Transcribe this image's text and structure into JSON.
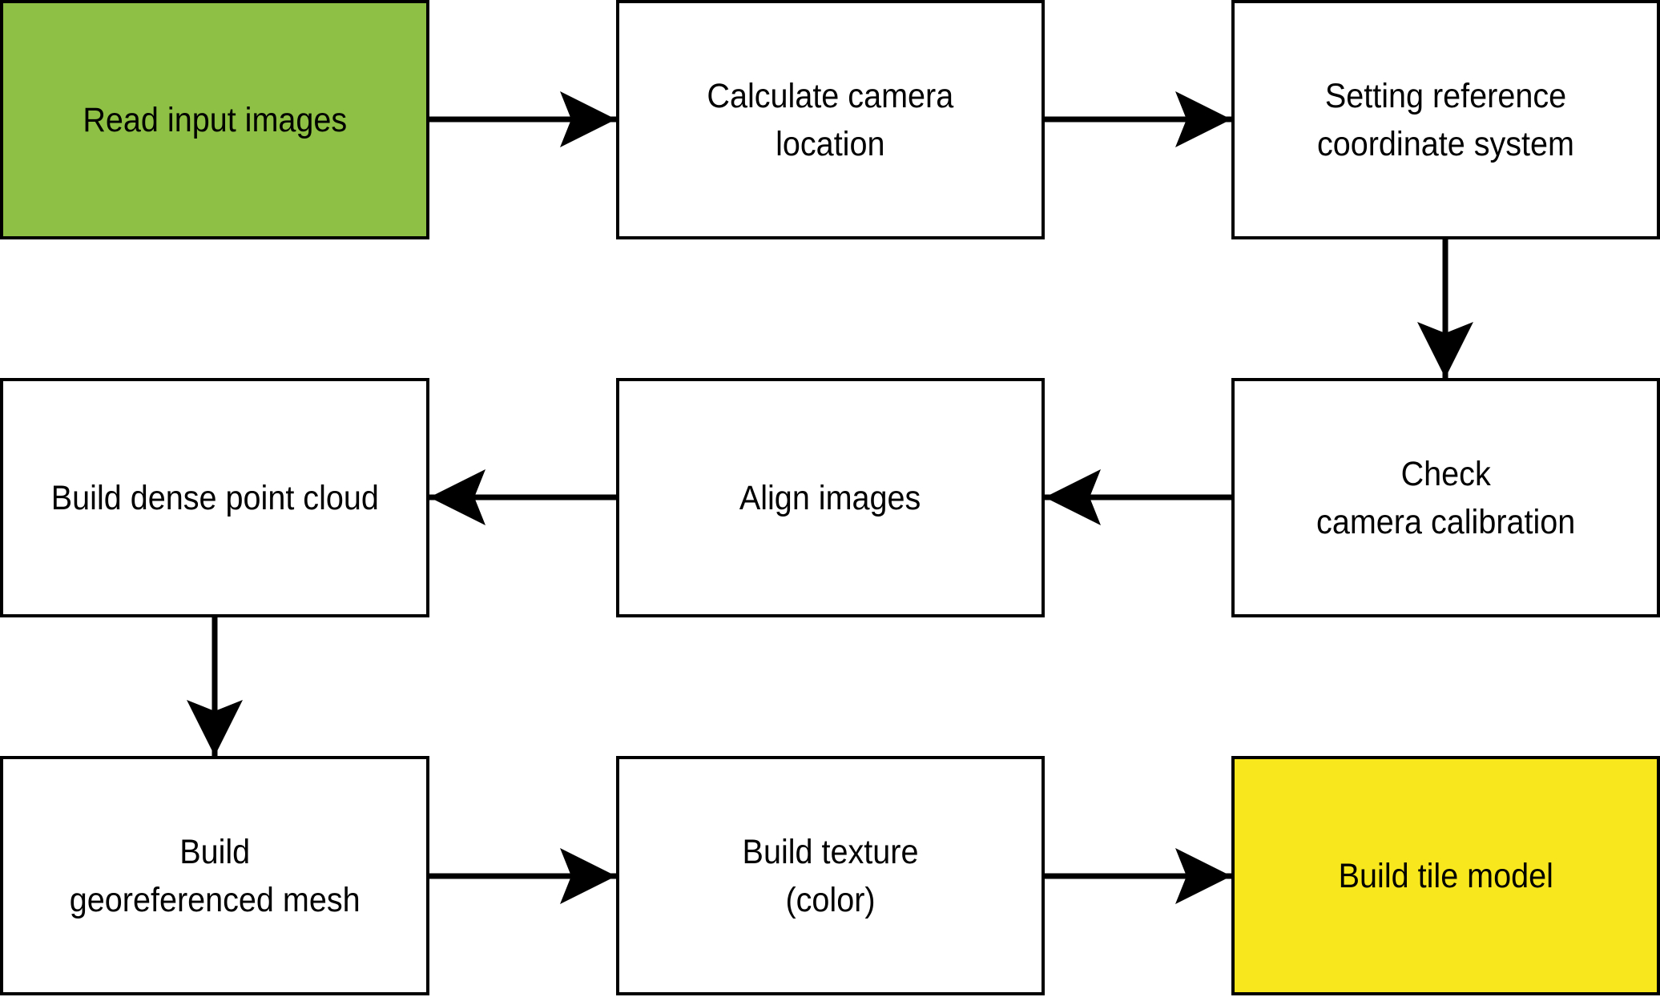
{
  "diagram": {
    "type": "flowchart",
    "steps": [
      {
        "id": "read",
        "label": "Read input images",
        "fill": "#8dc044"
      },
      {
        "id": "calc",
        "label": "Calculate camera\nlocation",
        "fill": "#ffffff"
      },
      {
        "id": "ref",
        "label": "Setting reference\ncoordinate system",
        "fill": "#ffffff"
      },
      {
        "id": "check",
        "label": "Check\ncamera calibration",
        "fill": "#ffffff"
      },
      {
        "id": "align",
        "label": "Align images",
        "fill": "#ffffff"
      },
      {
        "id": "dense",
        "label": "Build dense point cloud",
        "fill": "#ffffff"
      },
      {
        "id": "mesh",
        "label": "Build\ngeoreferenced mesh",
        "fill": "#ffffff"
      },
      {
        "id": "texture",
        "label": "Build texture\n(color)",
        "fill": "#ffffff"
      },
      {
        "id": "tile",
        "label": "Build tile model",
        "fill": "#f8e71c"
      }
    ],
    "edges": [
      {
        "from": "read",
        "to": "calc"
      },
      {
        "from": "calc",
        "to": "ref"
      },
      {
        "from": "ref",
        "to": "check"
      },
      {
        "from": "check",
        "to": "align"
      },
      {
        "from": "align",
        "to": "dense"
      },
      {
        "from": "dense",
        "to": "mesh"
      },
      {
        "from": "mesh",
        "to": "texture"
      },
      {
        "from": "texture",
        "to": "tile"
      }
    ],
    "colors": {
      "start": "#8dc044",
      "end": "#f8e71c",
      "stroke": "#000000"
    }
  }
}
